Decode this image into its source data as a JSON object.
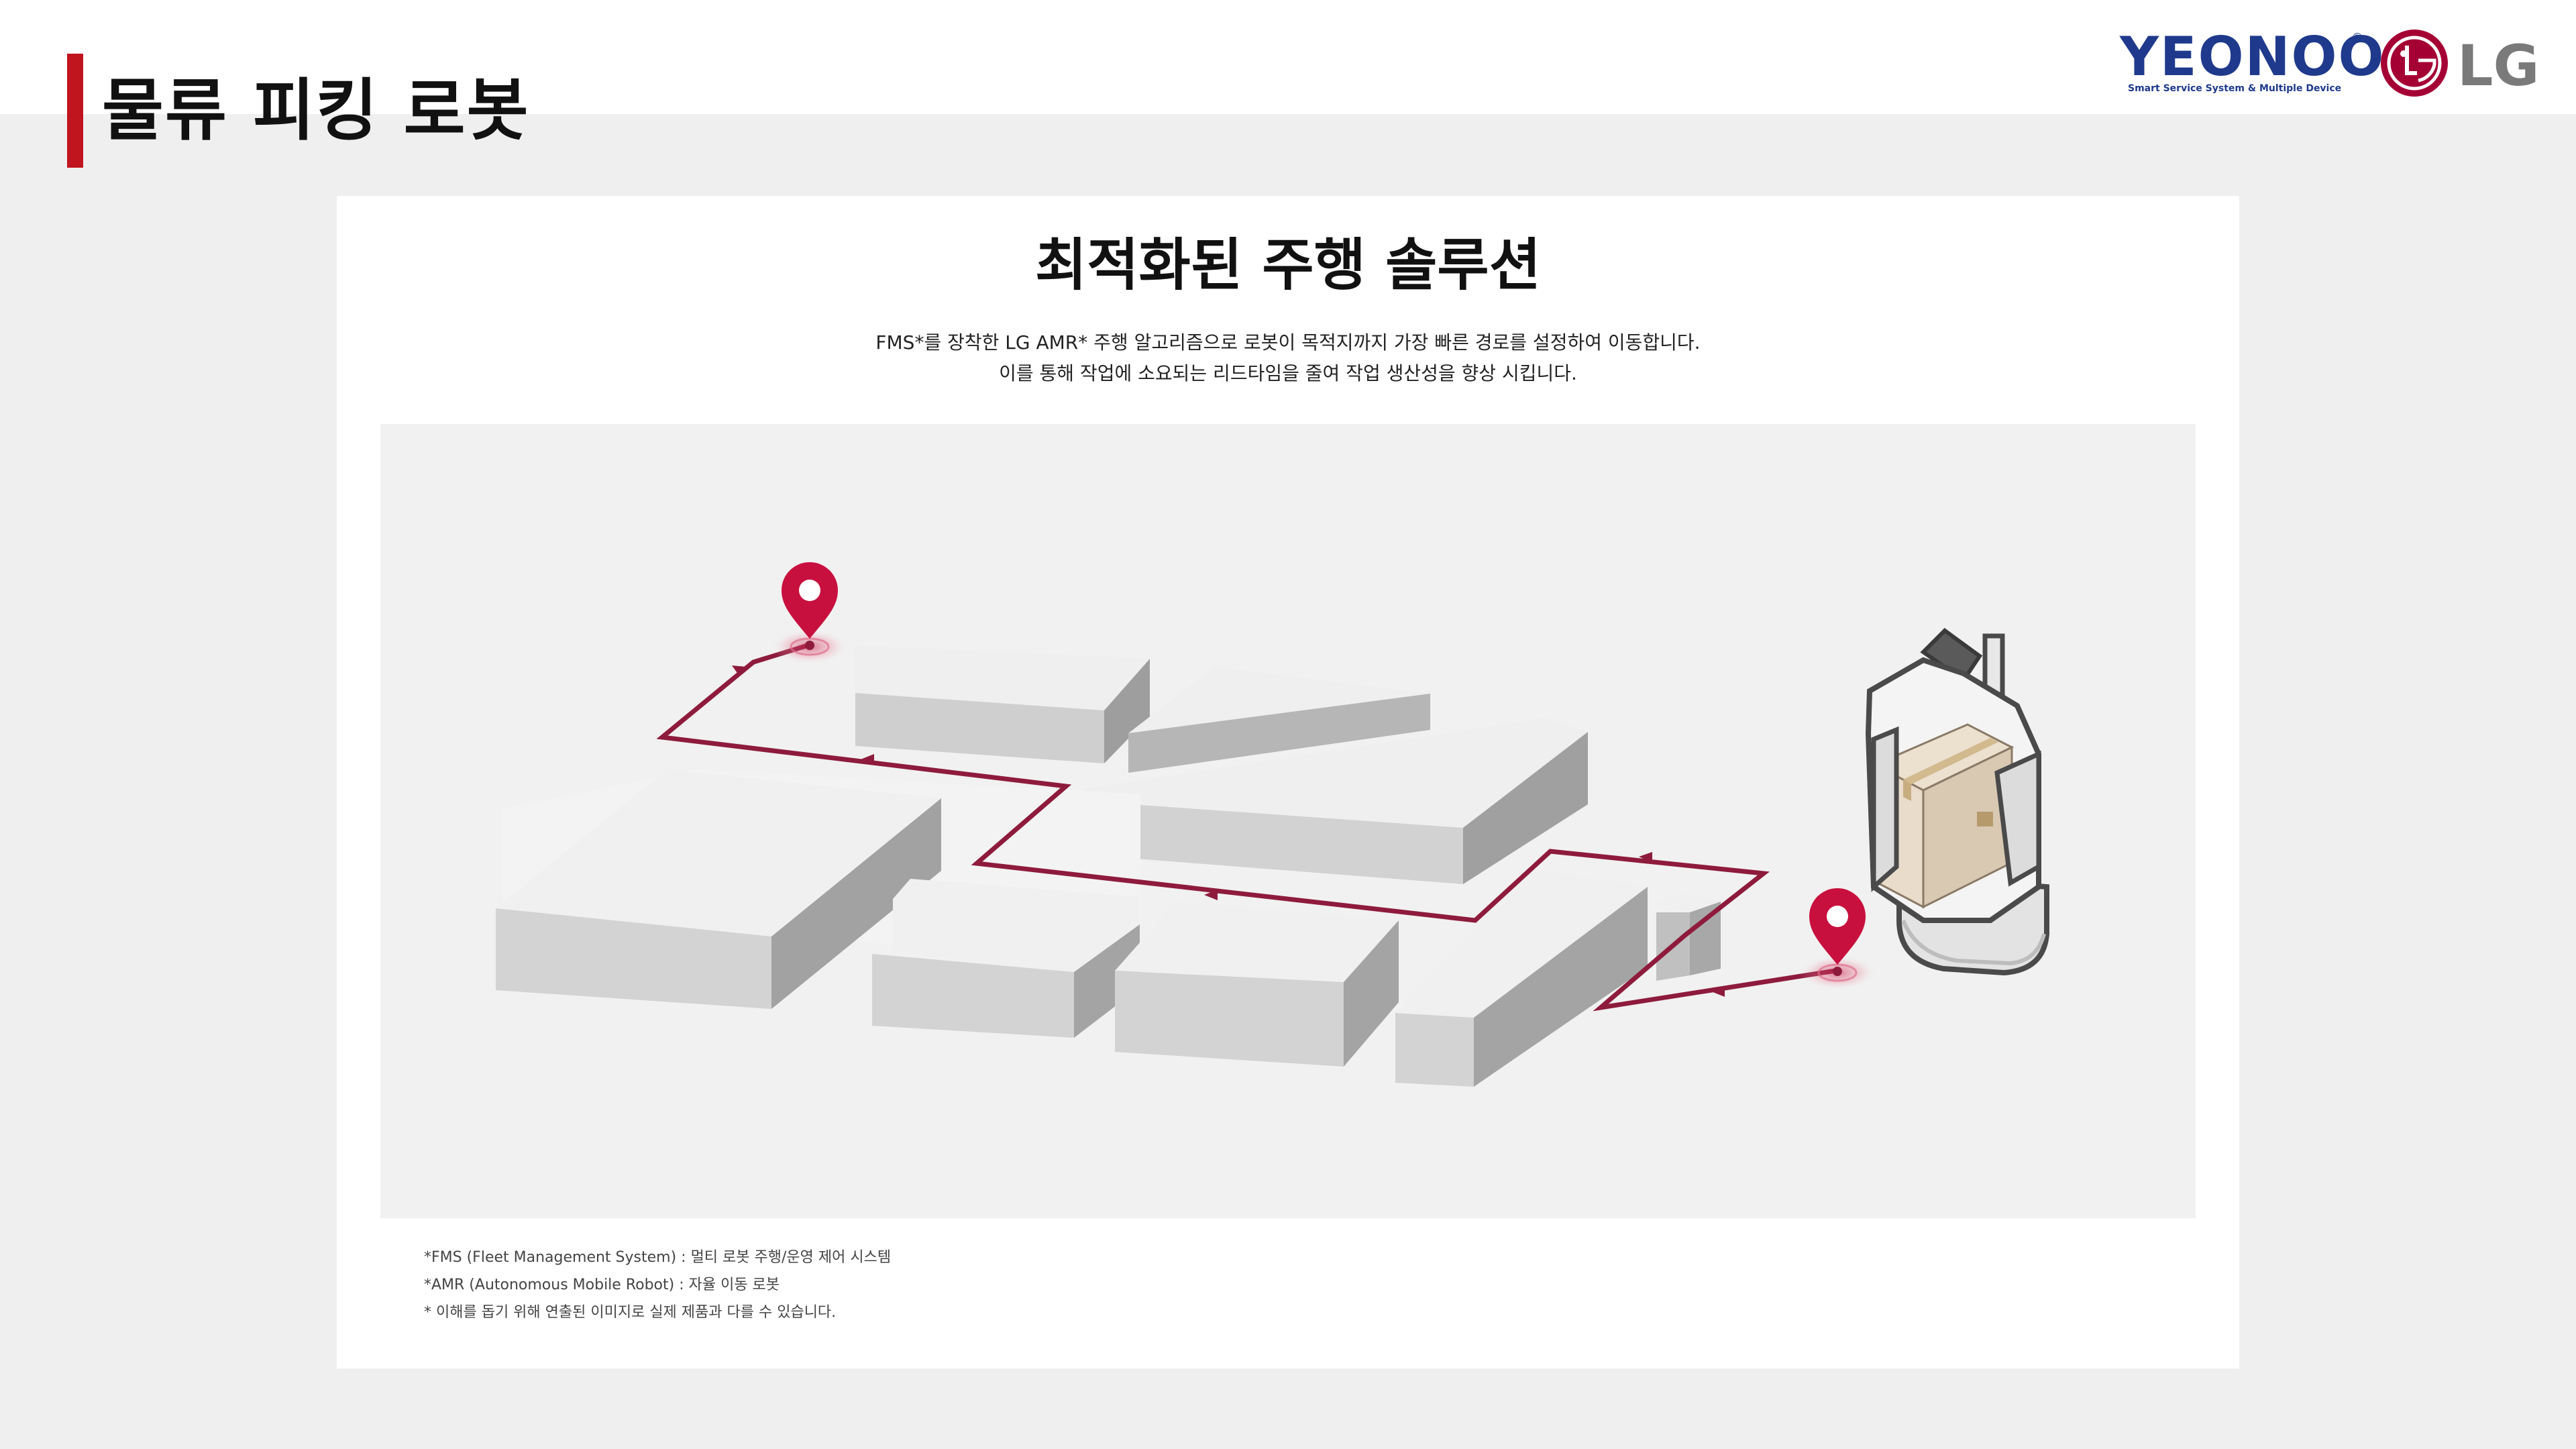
{
  "page_title": "물류 피킹 로봇",
  "logos": {
    "yeonoo_word": "YEONOO",
    "yeonoo_tagline": "Smart Service System & Multiple Device",
    "lg_word": "LG"
  },
  "card": {
    "title": "최적화된 주행 솔루션",
    "description_line1": "FMS*를 장착한 LG AMR* 주행 알고리즘으로 로봇이 목적지까지 가장 빠른 경로를 설정하여 이동합니다.",
    "description_line2": "이를 통해 작업에 소요되는 리드타임을 줄여 작업 생산성을 향상 시킵니다."
  },
  "notes": [
    "*FMS (Fleet Management System) : 멀티 로봇 주행/운영 제어 시스템",
    "*AMR (Autonomous Mobile Robot) : 자율 이동 로봇",
    "* 이해를 돕기 위해 연출된 이미지로 실제 제품과 다를 수 있습니다."
  ],
  "colors": {
    "accent_red": "#c0141e",
    "route": "#8e1b3c",
    "pin": "#c8103e",
    "yeonoo_blue": "#1f3a8c",
    "lg_magenta": "#a50034"
  },
  "icons": {
    "start_pin": "location-pin-icon",
    "end_pin": "location-pin-icon",
    "robot": "picking-robot-illustration"
  }
}
